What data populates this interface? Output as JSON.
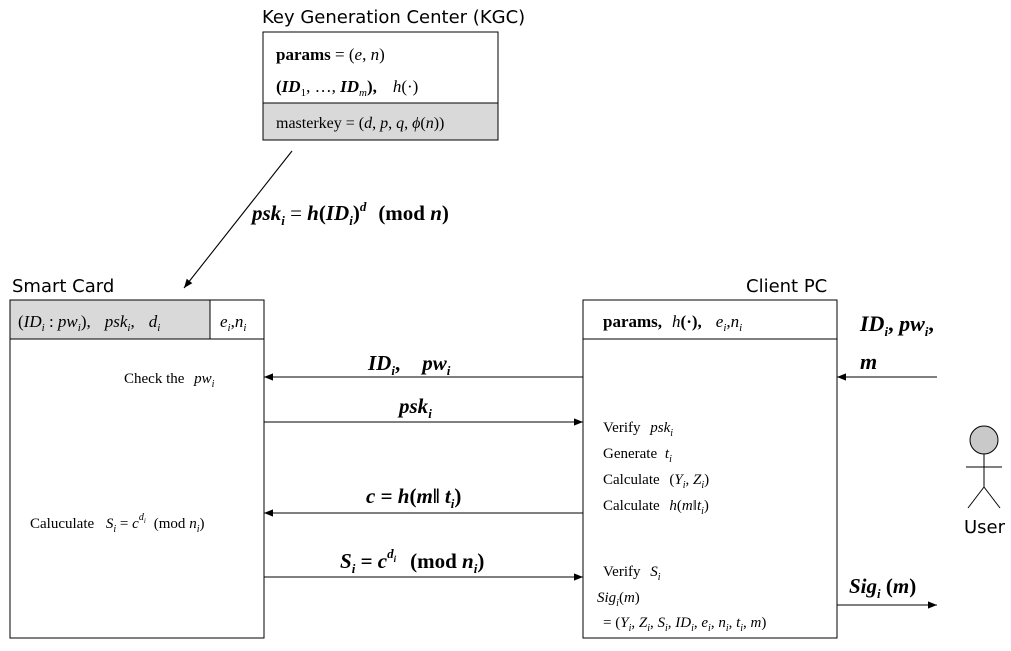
{
  "kgc": {
    "title": "Key Generation Center (KGC)",
    "params": "params = (e, n)",
    "ids": "(ID1, …, IDm),   h(·)",
    "masterkey": "masterkey = (d, p, q, ϕ(n))"
  },
  "psk_issue": "pski = h(IDi)^d  (mod n)",
  "smart_card": {
    "title": "Smart Card",
    "stored_private": "(IDi : pwi),   pski,   di",
    "stored_public": "ei, ni",
    "step_check": "Check the  pwi",
    "step_calculate": "Caluculate  Si = c^di  (mod ni)"
  },
  "client_pc": {
    "title": "Client PC",
    "header": "params,  h(·),   ei, ni",
    "steps": [
      "Verify  pski",
      "Generate  ti",
      "Calculate  (Yi, Zi)",
      "Calculate  h(m‖ti)",
      "Verify  Si",
      "Sigi(m)",
      "= (Yi, Zi, Si, IDi, ei, ni, ti, m)"
    ]
  },
  "messages": {
    "id_pw": "IDi,   pwi",
    "psk": "pski",
    "c": "c = h(m‖ti)",
    "s": "Si = c^di  (mod ni)"
  },
  "user": {
    "label": "User",
    "input_line1": "IDi, pwi,",
    "input_line2": "m",
    "output": "Sigi (m)"
  }
}
